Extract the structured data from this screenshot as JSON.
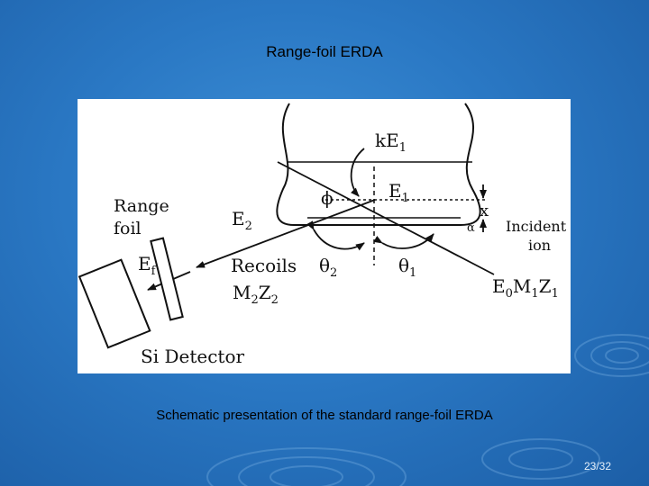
{
  "slide": {
    "title": "Range-foil  ERDA",
    "caption": "Schematic presentation of the standard range-foil ERDA",
    "page_number": "23/32"
  },
  "diagram": {
    "labels": {
      "kE1": "kE",
      "kE1_sub": "1",
      "range_foil_line1": "Range",
      "range_foil_line2": "foil",
      "phi": "ϕ",
      "E1": "E",
      "E1_sub": "1",
      "x": "x",
      "alpha": "α",
      "incident_line1": "Incident",
      "incident_line2": "ion",
      "E2": "E",
      "E2_sub": "2",
      "Ef": "E",
      "Ef_sub": "f",
      "recoils": "Recoils",
      "theta2": "θ",
      "theta2_sub": "2",
      "theta1": "θ",
      "theta1_sub": "1",
      "M2Z2_M": "M",
      "M2Z2_M_sub": "2",
      "M2Z2_Z": "Z",
      "M2Z2_Z_sub": "2",
      "E0M1Z1_E": "E",
      "E0M1Z1_E_sub": "0",
      "E0M1Z1_M": "M",
      "E0M1Z1_M_sub": "1",
      "E0M1Z1_Z": "Z",
      "E0M1Z1_Z_sub": "1",
      "si_detector": "Si Detector"
    }
  },
  "colors": {
    "background": "#2a78c4",
    "panel": "#ffffff",
    "ink": "#111111"
  }
}
